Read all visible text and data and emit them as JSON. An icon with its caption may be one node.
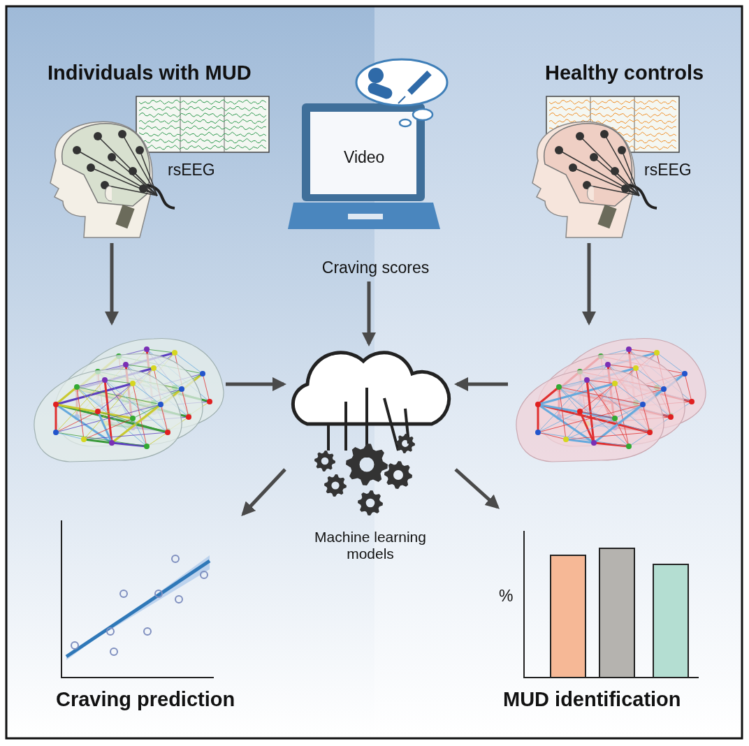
{
  "diagram": {
    "nodes": [
      {
        "text": [
          "Individuals with MUD",
          "rsEEG"
        ]
      },
      {
        "text": [
          "Video",
          "Craving scores"
        ]
      },
      {
        "text": [
          "Healthy controls",
          "rsEEG"
        ]
      },
      {
        "text": [],
        "shape": "picture"
      },
      {
        "text": [
          "Machine learning models"
        ]
      },
      {
        "text": [],
        "shape": "picture"
      },
      {
        "text": [
          "Craving prediction"
        ]
      },
      {
        "text": [
          "%",
          "MUD identification"
        ]
      }
    ],
    "edges": [
      {
        "from": 0,
        "to": 3,
        "arrow": "to"
      },
      {
        "from": 1,
        "to": 4,
        "arrow": "to"
      },
      {
        "from": 2,
        "to": 5,
        "arrow": "to"
      },
      {
        "from": 3,
        "to": 4,
        "arrow": "to"
      },
      {
        "from": 5,
        "to": 4,
        "arrow": "to"
      },
      {
        "from": 4,
        "to": 6,
        "arrow": "to"
      },
      {
        "from": 4,
        "to": 7,
        "arrow": "to"
      }
    ]
  }
}
